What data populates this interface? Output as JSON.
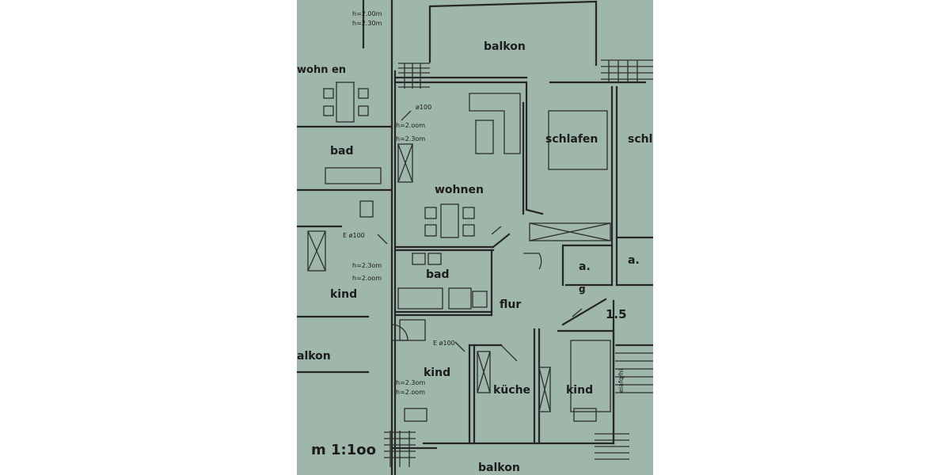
{
  "plan": {
    "rooms": {
      "balkon_top": "balkon",
      "wohnen_left": "wohn en",
      "bad_left": "bad",
      "schlafen": "schlafen",
      "schlafen_cut": "schl",
      "wohnen": "wohnen",
      "bad": "bad",
      "abstell_1": "a.",
      "abstell_2": "a.",
      "abstell_g": "g",
      "flur": "flur",
      "stair_num": "1.5",
      "kind_left": "kind",
      "balkon_left": "alkon",
      "kind": "kind",
      "kueche": "küche",
      "kind_right": "kind",
      "balkon_bottom": "balkon"
    },
    "notes": {
      "h200_a": "h=2.00m",
      "h230_a": "h=2.30m",
      "h200_b": "h=2.oom",
      "h230_b": "h=2.3om",
      "e100_a": "ø100",
      "e100_b": "E ø100",
      "h230_c": "h=2.3om",
      "h200_c": "h=2.oom",
      "e100_c": "E ø100",
      "h230_d": "h=2.3om",
      "h200_d": "h=2.oom",
      "stair_text": "eiafq/hi"
    },
    "scale": "m 1:1oo"
  }
}
